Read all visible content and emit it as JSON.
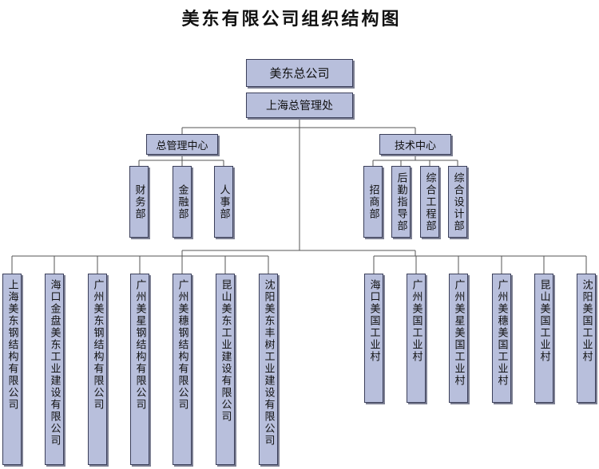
{
  "title": "美东有限公司组织结构图",
  "root": "美东总公司",
  "hq": "上海总管理处",
  "mgmt_center": {
    "label": "总管理中心",
    "children": [
      "财务部",
      "金融部",
      "人事部"
    ]
  },
  "tech_center": {
    "label": "技术中心",
    "children": [
      "招商部",
      "后勤指导部",
      "综合工程部",
      "综合设计部"
    ]
  },
  "companies": [
    "上海美东钢结构有限公司",
    "海口金盘美东工业建设有限公司",
    "广州美东钢结构有限公司",
    "广州美星钢结构有限公司",
    "广州美穗钢结构有限公司",
    "昆山美东工业建设有限公司",
    "沈阳美东丰树工业建设有限公司"
  ],
  "villages": [
    "海口美国工业村",
    "广州美国工业村",
    "广州美星美国工业村",
    "广州美穗美国工业村",
    "昆山美国工业村",
    "沈阳美国工业村"
  ]
}
